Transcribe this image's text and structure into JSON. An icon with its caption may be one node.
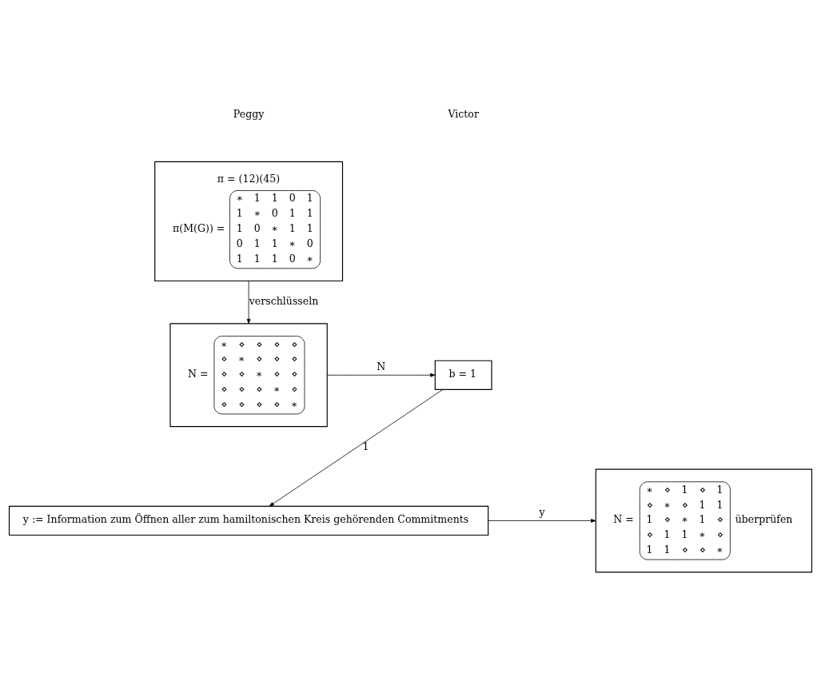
{
  "diagram": {
    "nodes": [
      {
        "text": [
          "π = (12)(45)",
          "π(M(G)) =",
          "∗ 1 1 0 1",
          "1 ∗ 0 1 1",
          "1 0 ∗ 1 1",
          "0 1 1 ∗ 0",
          "1 1 1 0 ∗"
        ]
      },
      {
        "text": [
          "N =",
          "∗ ⋄ ⋄ ⋄ ⋄",
          "⋄ ∗ ⋄ ⋄ ⋄",
          "⋄ ⋄ ∗ ⋄ ⋄",
          "⋄ ⋄ ⋄ ∗ ⋄",
          "⋄ ⋄ ⋄ ⋄ ∗"
        ]
      },
      {
        "text": [
          "y := Information zum Öffnen aller zum hamiltonischen Kreis gehörenden Commitments"
        ]
      },
      {
        "text": [
          "b = 1"
        ]
      },
      {
        "text": [
          "N =",
          "∗ ⋄ 1 ⋄ 1",
          "⋄ ∗ ⋄ 1 1",
          "1 ⋄ ∗ 1 ⋄",
          "⋄ 1 1 ∗ ⋄",
          "1 1 ⋄ ⋄ ∗",
          "überprüfen"
        ]
      }
    ],
    "edges": [
      {
        "from": 0,
        "to": 1,
        "arrow": "to",
        "label": "verschlüsseln"
      },
      {
        "from": 1,
        "to": 3,
        "arrow": "to",
        "label": "N"
      },
      {
        "from": 3,
        "to": 2,
        "arrow": "to",
        "label": "1"
      },
      {
        "from": 2,
        "to": 4,
        "arrow": "to",
        "label": "y"
      }
    ],
    "labels": [
      "Peggy",
      "Victor"
    ]
  }
}
